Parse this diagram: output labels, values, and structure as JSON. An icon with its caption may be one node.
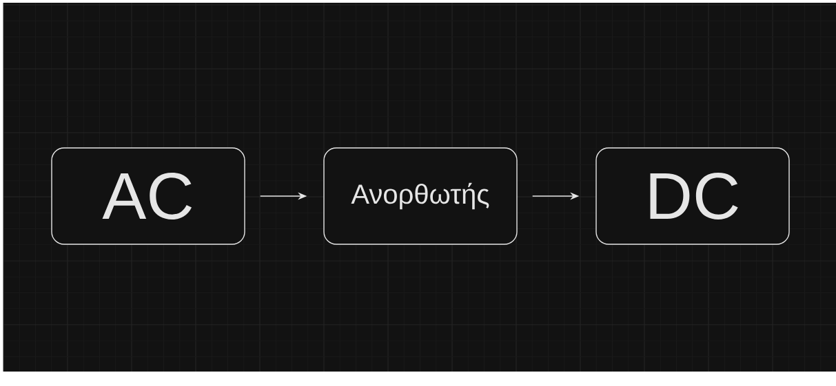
{
  "diagram": {
    "nodes": [
      {
        "text": [
          "AC"
        ]
      },
      {
        "text": [
          "Ανορθωτής"
        ]
      },
      {
        "text": [
          "DC"
        ]
      }
    ],
    "edges": [
      {
        "from": 0,
        "to": 1,
        "arrow": "to"
      },
      {
        "from": 1,
        "to": 2,
        "arrow": "to"
      }
    ]
  }
}
